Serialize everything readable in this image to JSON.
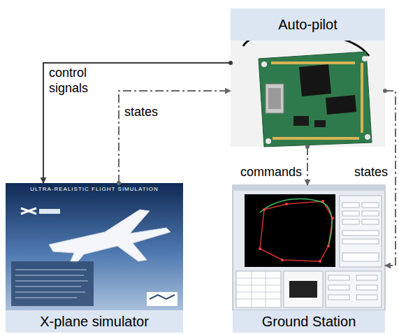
{
  "diagram": {
    "nodes": [
      {
        "text": [
          "Auto-pilot"
        ]
      },
      {
        "text": [
          "X-plane simulator"
        ]
      },
      {
        "text": [
          "Ground Station"
        ]
      }
    ],
    "edges": [
      {
        "from": 0,
        "to": 1,
        "arrow": "to",
        "label": "control signals"
      },
      {
        "from": 1,
        "to": 0,
        "arrow": "to",
        "label": "states"
      },
      {
        "from": 0,
        "to": 2,
        "arrow": "to",
        "label": "commands"
      },
      {
        "from": 0,
        "to": 2,
        "arrow": "to",
        "label": "states"
      }
    ],
    "labels": [
      "ULTRA-REALISTIC FLIGHT SIMULATION"
    ]
  }
}
